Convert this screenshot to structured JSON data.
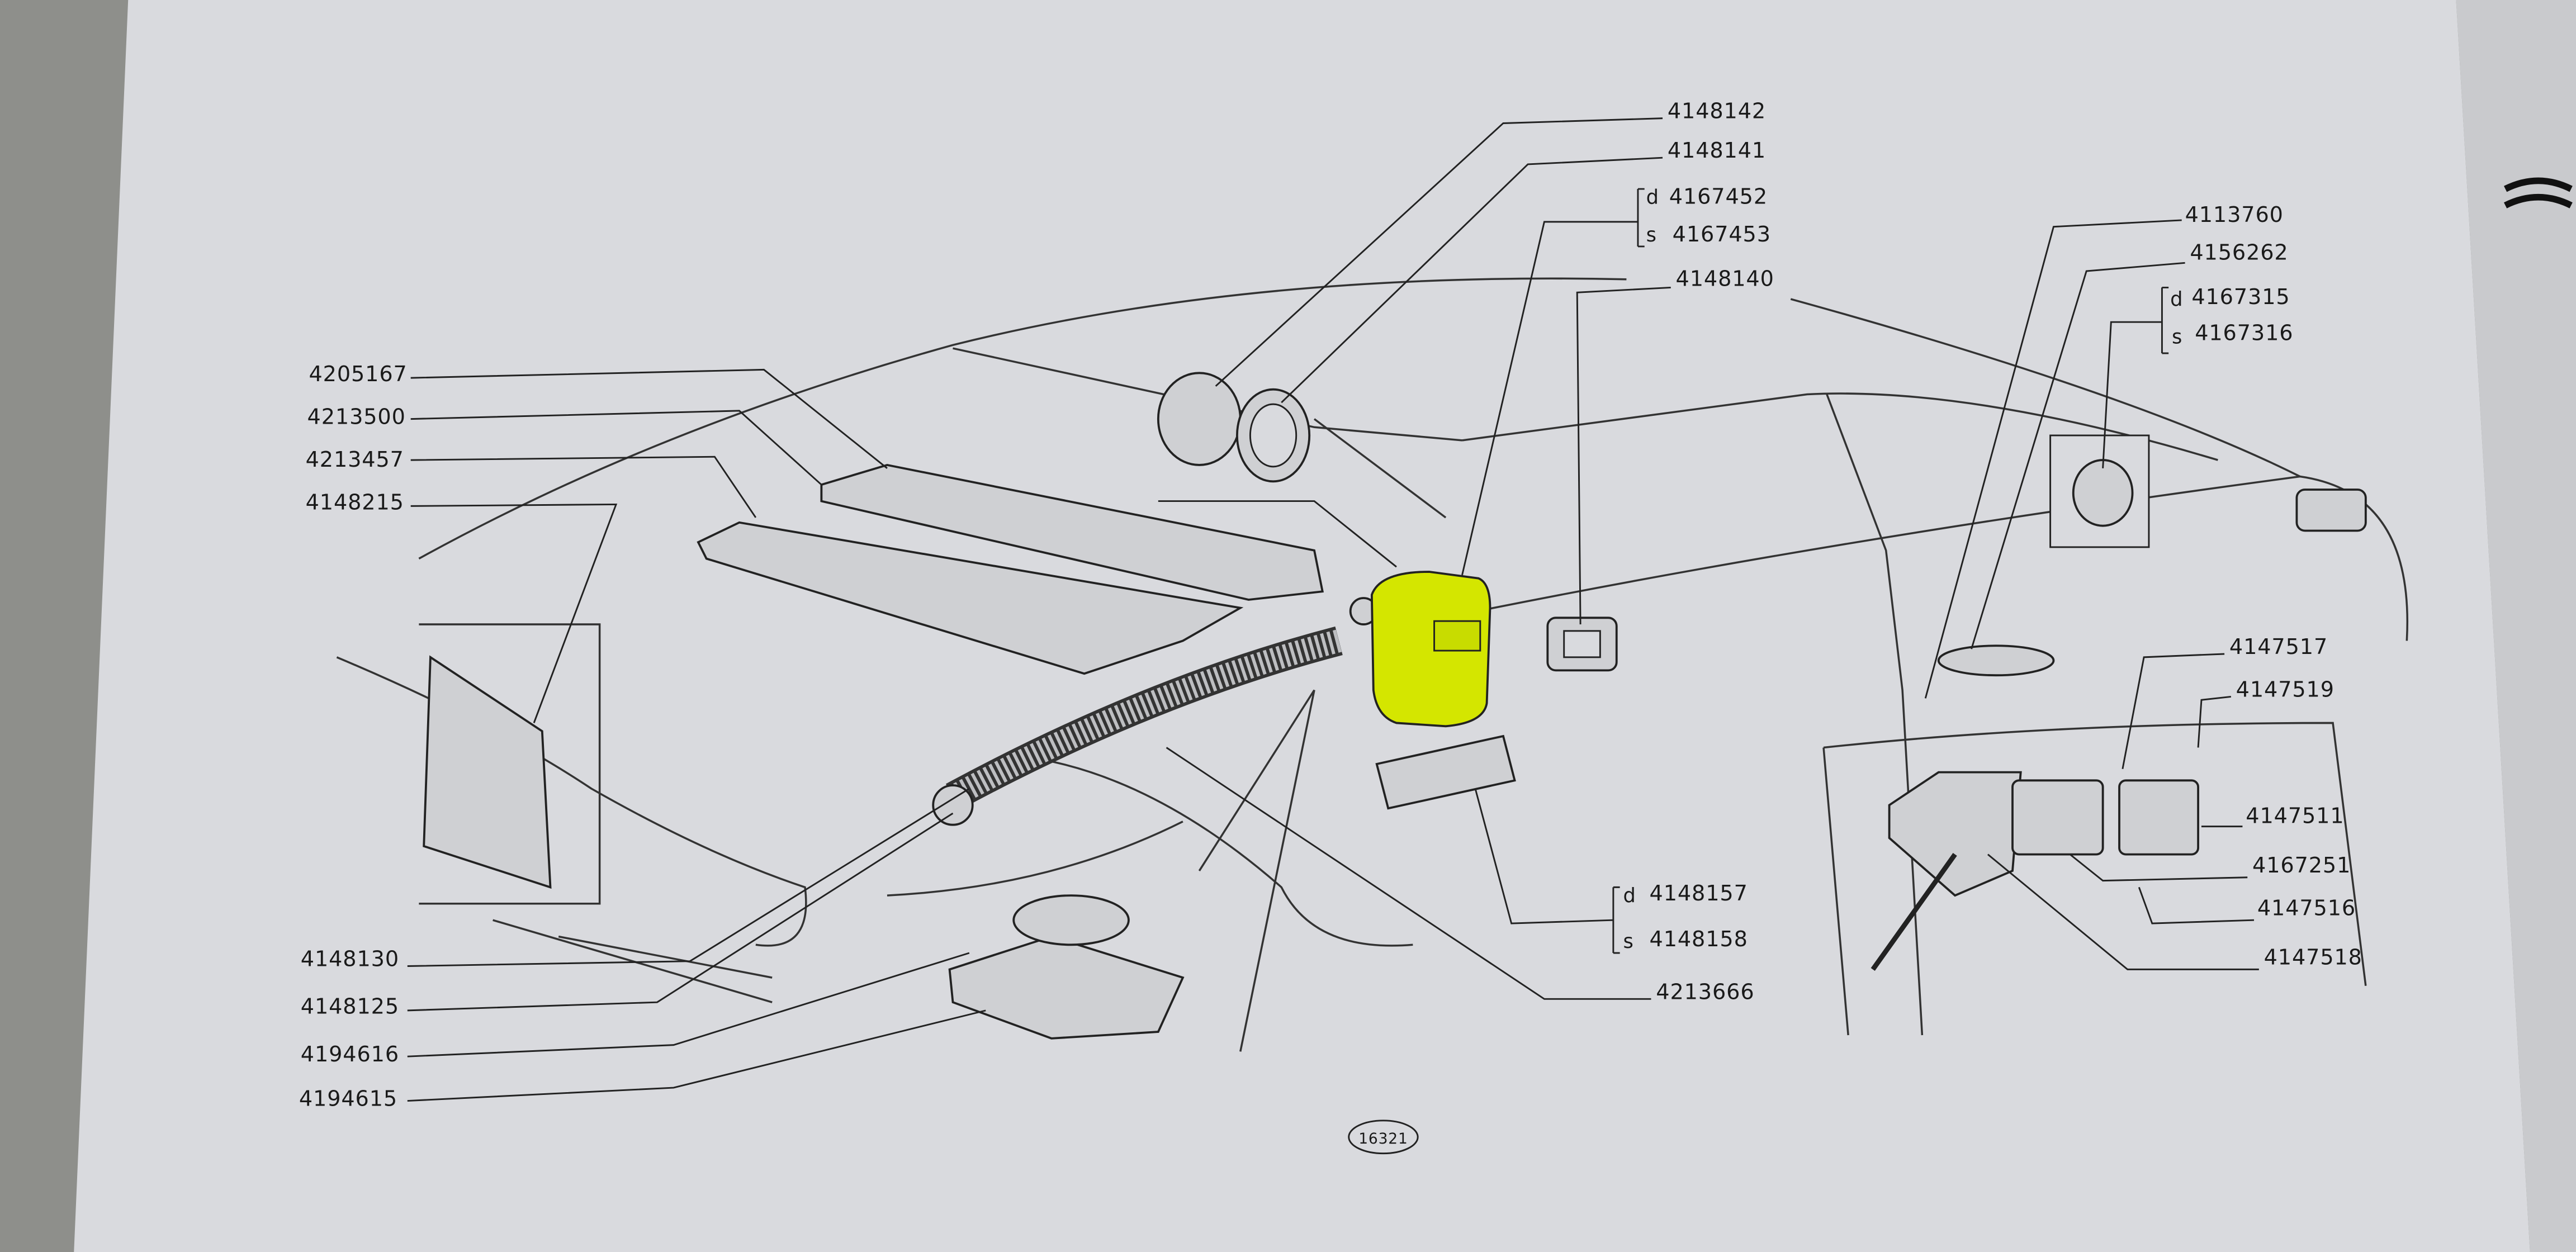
{
  "diagram": {
    "page_number": "16321",
    "highlight_color": "#d4e600",
    "labels": {
      "p4148142": "4148142",
      "p4148141": "4148141",
      "d4167452": "4167452",
      "s4167453": "4167453",
      "p4148140": "4148140",
      "p4113760": "4113760",
      "p4156262": "4156262",
      "d4167315": "4167315",
      "s4167316": "4167316",
      "p4205167": "4205167",
      "p4213500": "4213500",
      "p4213457": "4213457",
      "p4148215": "4148215",
      "p4147517": "4147517",
      "p4147519": "4147519",
      "p4147511": "4147511",
      "p4167251": "4167251",
      "p4147516": "4147516",
      "p4147518": "4147518",
      "d4148157": "4148157",
      "s4148158": "4148158",
      "p4213666": "4213666",
      "p4148130": "4148130",
      "p4148125": "4148125",
      "p4194616": "4194616",
      "p4194615": "4194615"
    },
    "side_right": "d",
    "side_left": "s"
  }
}
